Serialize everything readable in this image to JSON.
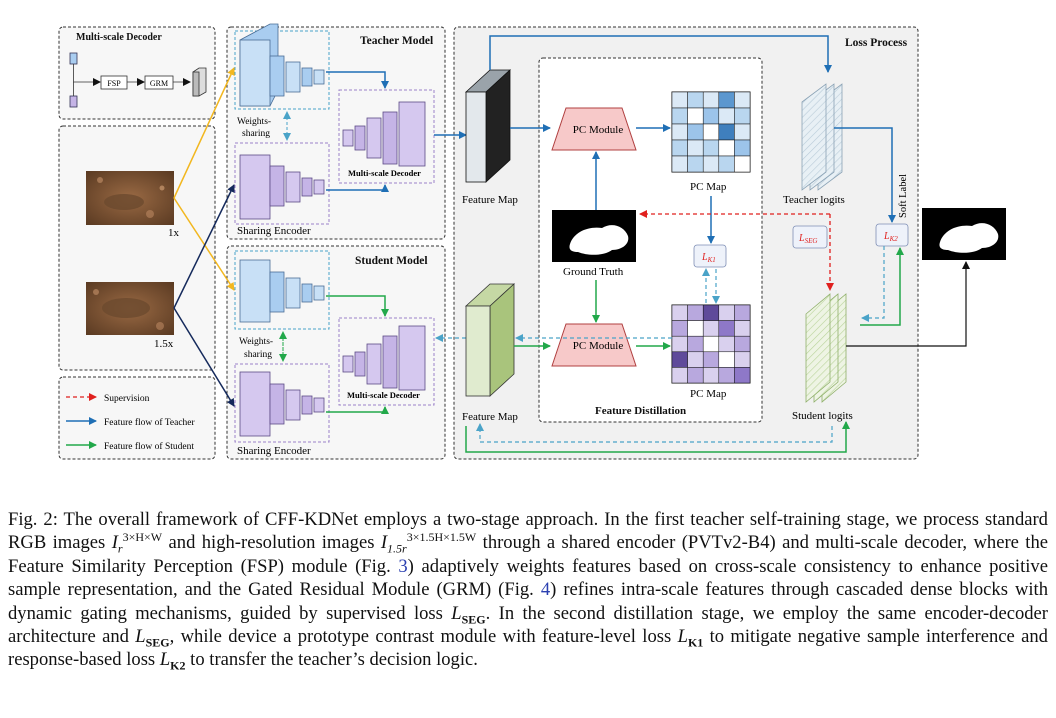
{
  "panels": {
    "multiscale_decoder_title": "Multi-scale Decoder",
    "teacher_model_title": "Teacher Model",
    "student_model_title": "Student Model",
    "loss_process_title": "Loss Process",
    "feature_distillation_title": "Feature Distillation"
  },
  "decoder_blocks": {
    "fsp": "FSP",
    "grm": "GRM"
  },
  "labels": {
    "weights_sharing_1": "Weights-",
    "weights_sharing_2": "sharing",
    "sharing_encoder": "Sharing Encoder",
    "multiscale_decoder_inner": "Multi-scale Decoder",
    "scale_1x": "1x",
    "scale_15x": "1.5x",
    "feature_map": "Feature Map",
    "pc_module": "PC Module",
    "pc_map": "PC Map",
    "ground_truth": "Ground Truth",
    "teacher_logits": "Teacher logits",
    "student_logits": "Student logits",
    "soft_label": "Soft Label",
    "l_seg": "L",
    "l_seg_sub": "SEG",
    "l_k1": "L",
    "l_k1_sub": "K1",
    "l_k2": "L",
    "l_k2_sub": "K2"
  },
  "legend": {
    "supervision": "Supervision",
    "teacher_flow": "Feature flow of Teacher",
    "student_flow": "Feature flow of Student"
  },
  "colors": {
    "teacher_flow": "#1f6fb5",
    "student_flow": "#22a84a",
    "supervision": "#e0201e",
    "dashed_link": "#4aa3c8",
    "image_link": "#f2b71f",
    "image_link_dark": "#152a5c",
    "teacher_block": "#a9cdf0",
    "student_block": "#c5b4e6",
    "pc_module": "#f7c9c9"
  },
  "caption": {
    "fig_label": "Fig. 2:",
    "p1": "The overall framework of CFF-KDNet employs a two-stage approach. In the first teacher self-training stage, we process standard RGB images",
    "img_r": "I",
    "img_r_sub": "r",
    "img_r_sup": "3×H×W",
    "p2": "and high-resolution images",
    "img_hr": "I",
    "img_hr_sub": "1.5r",
    "img_hr_sup": "3×1.5H×1.5W",
    "p3": "through a shared encoder (PVTv2-B4) and multi-scale decoder, where the Feature Similarity Perception (FSP) module (Fig.",
    "ref_fig3": "3",
    "p4": ") adaptively weights features based on cross-scale consistency to enhance positive sample representation, and the Gated Residual Module (GRM) (Fig.",
    "ref_fig4": "4",
    "p5": ") refines intra-scale features through cascaded dense blocks with dynamic gating mechanisms, guided by supervised loss",
    "loss_seg": "L",
    "loss_seg_sub": "SEG",
    "p6": ". In the second distillation stage, we employ the same encoder-decoder architecture and",
    "loss_seg2": "L",
    "loss_seg2_sub": "SEG",
    "p7": ", while device a prototype contrast module with feature-level loss",
    "loss_k1": "L",
    "loss_k1_sub": "K1",
    "p8": "to mitigate negative sample interference and response-based loss",
    "loss_k2": "L",
    "loss_k2_sub": "K2",
    "p9": "to transfer the teacher’s decision logic."
  }
}
